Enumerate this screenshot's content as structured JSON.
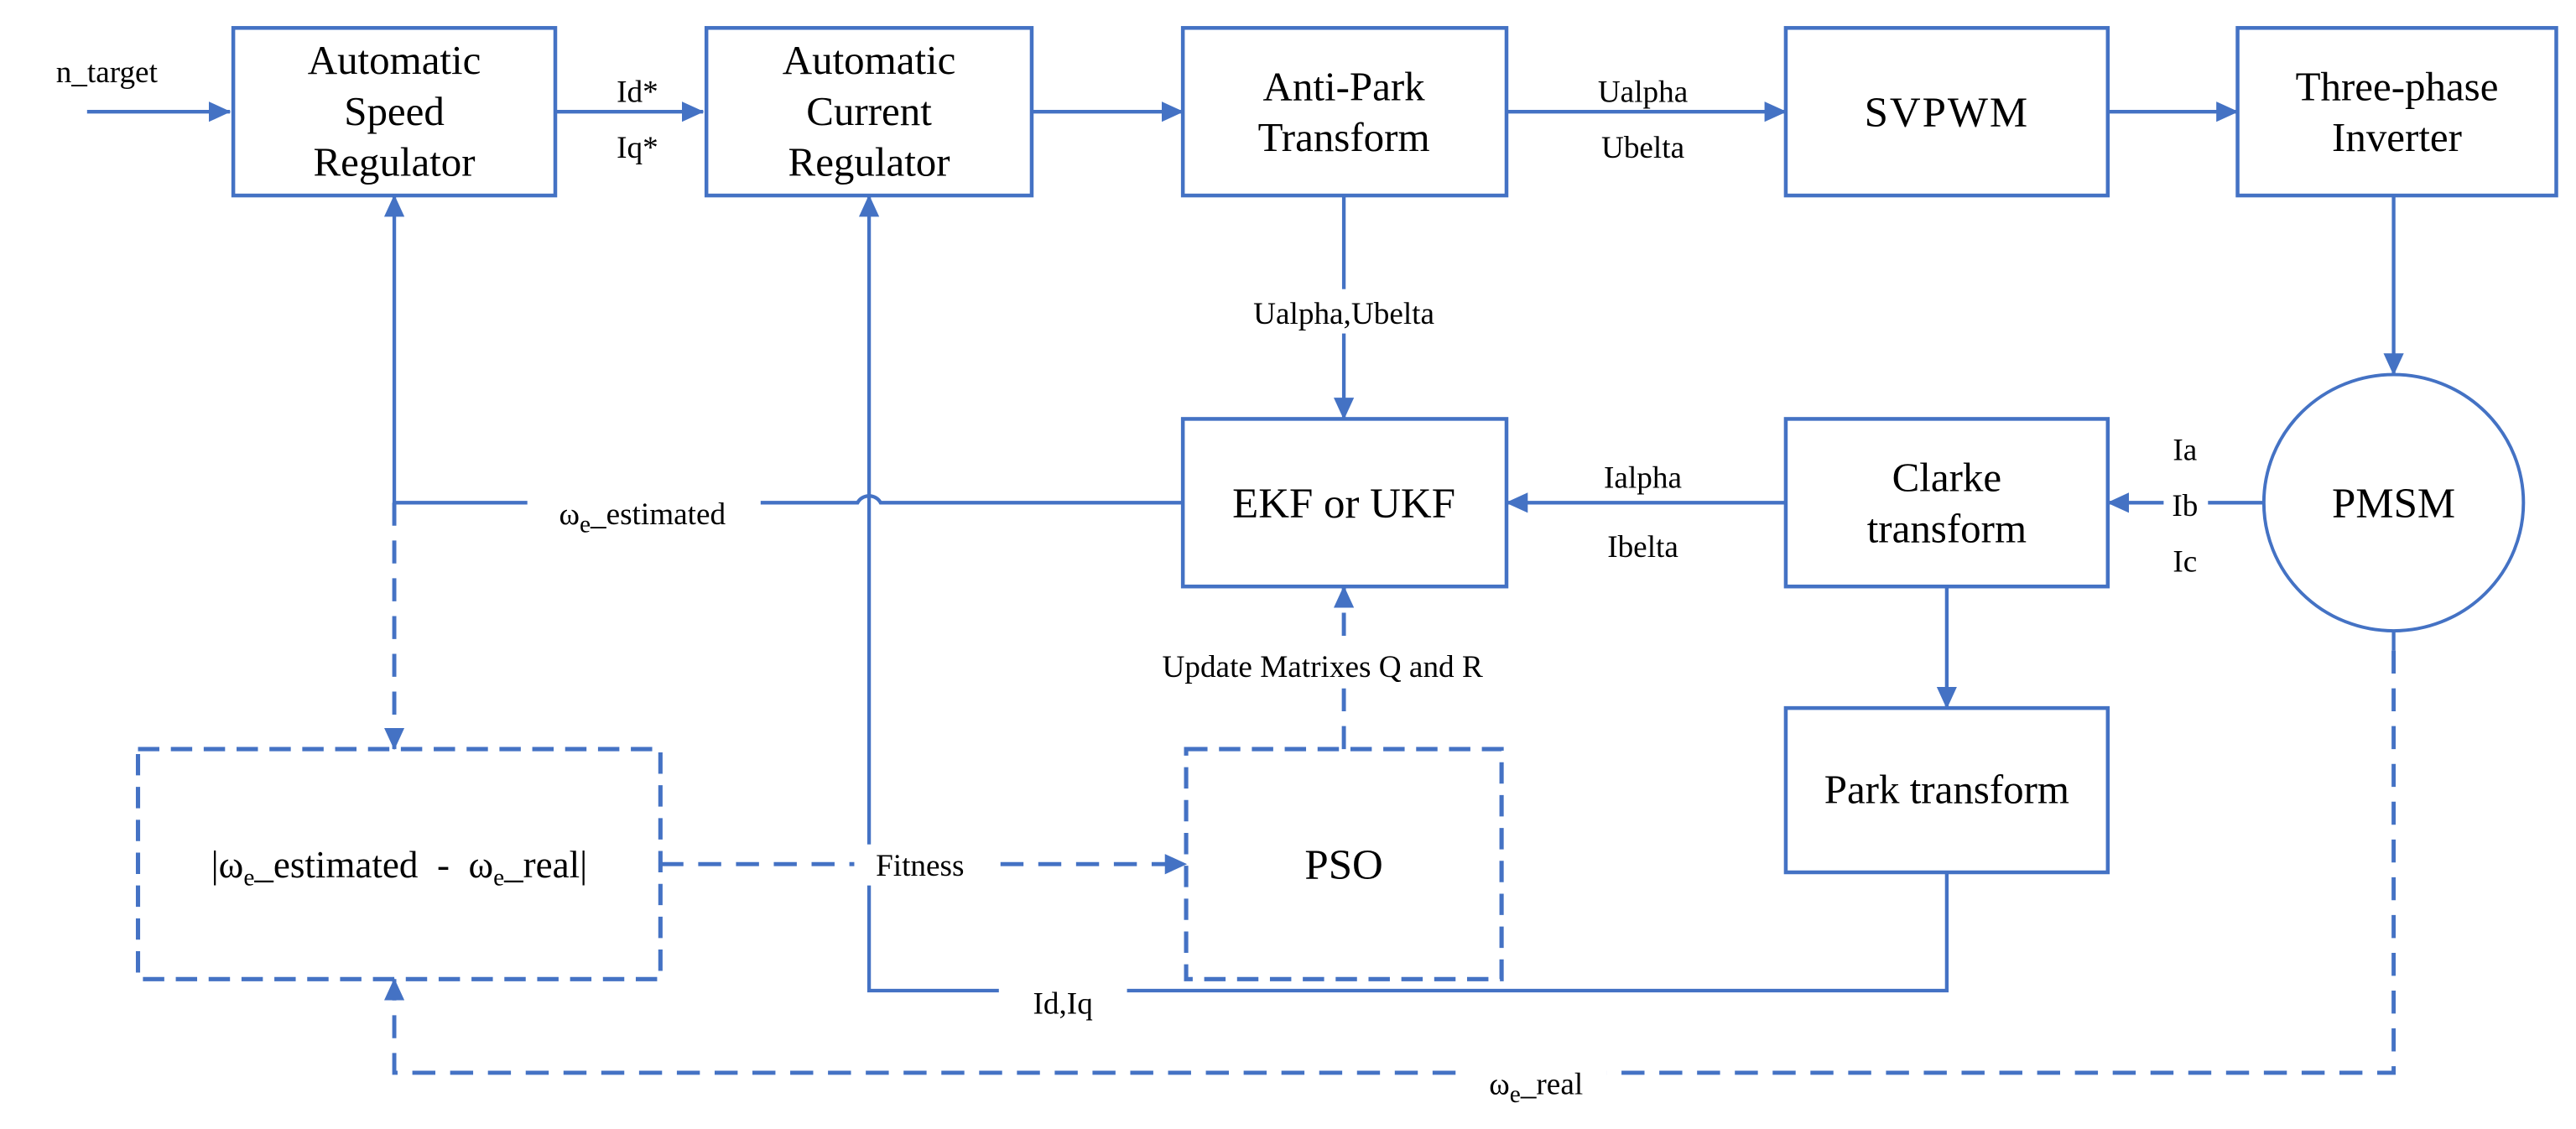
{
  "colors": {
    "line": "#4472C4",
    "text": "#000000",
    "background": "#FFFFFF"
  },
  "blocks": {
    "asr": {
      "lines": [
        "Automatic",
        "Speed",
        "Regulator"
      ]
    },
    "acr": {
      "lines": [
        "Automatic",
        "Current",
        "Regulator"
      ]
    },
    "anti_park": {
      "lines": [
        "Anti-Park",
        "Transform"
      ]
    },
    "svpwm": {
      "label": "SVPWM"
    },
    "inverter": {
      "lines": [
        "Three-phase",
        "Inverter"
      ]
    },
    "ekf": {
      "label": "EKF or UKF"
    },
    "clarke": {
      "lines": [
        "Clarke",
        "transform"
      ]
    },
    "pmsm": {
      "label": "PMSM"
    },
    "park": {
      "label": "Park transform"
    },
    "pso": {
      "label": "PSO"
    },
    "error": {
      "open": "|ω",
      "sub1": "e",
      "estimated": "_estimated",
      "minus": "  -  ",
      "omega2": "ω",
      "sub2": "e",
      "real": "_real|"
    }
  },
  "labels": {
    "n_target": "n_target",
    "id_ref": "Id*",
    "iq_ref": "Iq*",
    "ualpha": "Ualpha",
    "ubelta": "Ubelta",
    "ualpha_ubelta": "Ualpha,Ubelta",
    "ia": "Ia",
    "ib": "Ib",
    "ic": "Ic",
    "ialpha": "Ialpha",
    "ibelta": "Ibelta",
    "update_qr": "Update Matrixes Q and R",
    "fitness": "Fitness",
    "id_iq": "Id,Iq",
    "omega_estimated": {
      "omega": "ω",
      "sub": "e",
      "rest": "_estimated"
    },
    "omega_real": {
      "omega": "ω",
      "sub": "e",
      "rest": "_real"
    }
  }
}
